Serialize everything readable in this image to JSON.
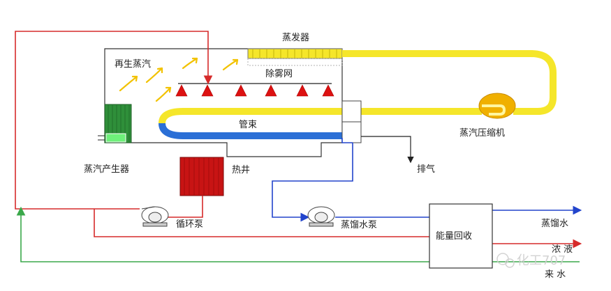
{
  "labels": {
    "evaporator": "蒸发器",
    "regenerated_steam": "再生蒸汽",
    "demister": "除雾网",
    "tube_bundle": "管束",
    "compressor": "蒸汽压缩机",
    "steam_generator": "蒸汽产生器",
    "hot_well": "热井",
    "vent": "排气",
    "circulation_pump": "循环泵",
    "distillate_pump": "蒸馏水泵",
    "energy_recovery": "能量回收",
    "out_distillate": "蒸馏水",
    "out_concentrate": "浓  液",
    "in_feed": "来  水"
  },
  "watermark": "化工707",
  "colors": {
    "steam": "#f5e62a",
    "water_line": "#2244cc",
    "red_line": "#d62a2a",
    "green_line": "#3aa84a",
    "spray": "#dd1111",
    "hot_well": "#c81414",
    "generator": "#2f8f3a",
    "compressor": "#f0b000",
    "arrow_steam": "#f2c200"
  }
}
